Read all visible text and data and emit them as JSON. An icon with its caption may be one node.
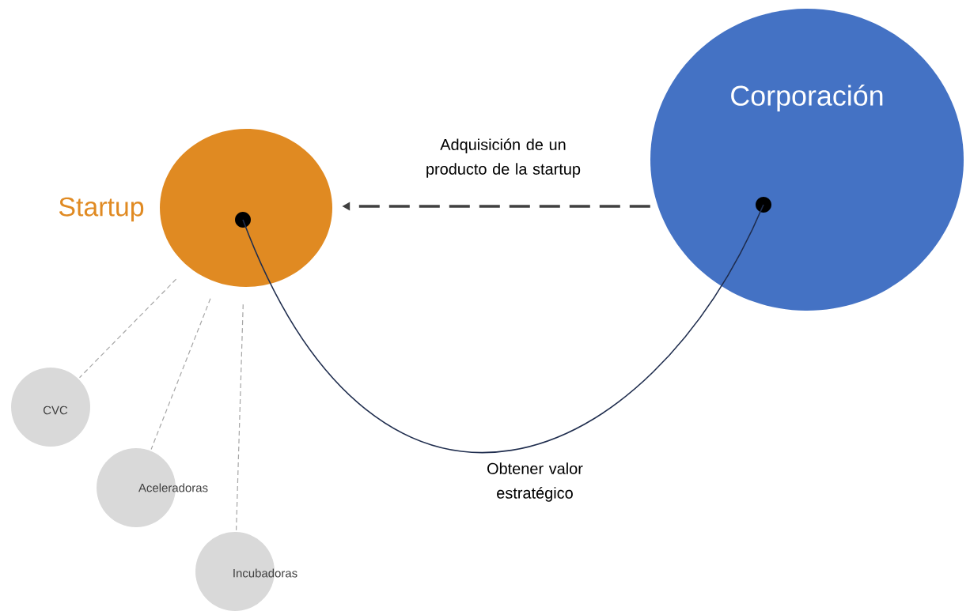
{
  "diagram": {
    "nodes": [
      {
        "text": [
          "Startup"
        ]
      },
      {
        "text": [
          "Corporación"
        ]
      },
      {
        "text": [],
        "shape": "circle",
        "in": 0
      },
      {
        "text": [],
        "shape": "circle",
        "in": 1
      },
      {
        "text": [
          "CVC"
        ]
      },
      {
        "text": [
          "Aceleradoras"
        ]
      },
      {
        "text": [
          "Incubadoras"
        ]
      }
    ],
    "edges": [
      {
        "from": 1,
        "to": 0,
        "arrow": "to",
        "style": "dashed",
        "color": "#404040",
        "label": "Adquisición de un producto de la startup"
      },
      {
        "from": 2,
        "to": 3,
        "arrow": "none",
        "color": "#1f2d4e",
        "label": "Obtener valor estratégico"
      },
      {
        "from": 0,
        "to": 4,
        "arrow": "none",
        "style": "dashed",
        "color": "#a6a6a6"
      },
      {
        "from": 0,
        "to": 5,
        "arrow": "none",
        "style": "dashed",
        "color": "#a6a6a6"
      },
      {
        "from": 0,
        "to": 6,
        "arrow": "none",
        "style": "dashed",
        "color": "#a6a6a6"
      }
    ]
  }
}
